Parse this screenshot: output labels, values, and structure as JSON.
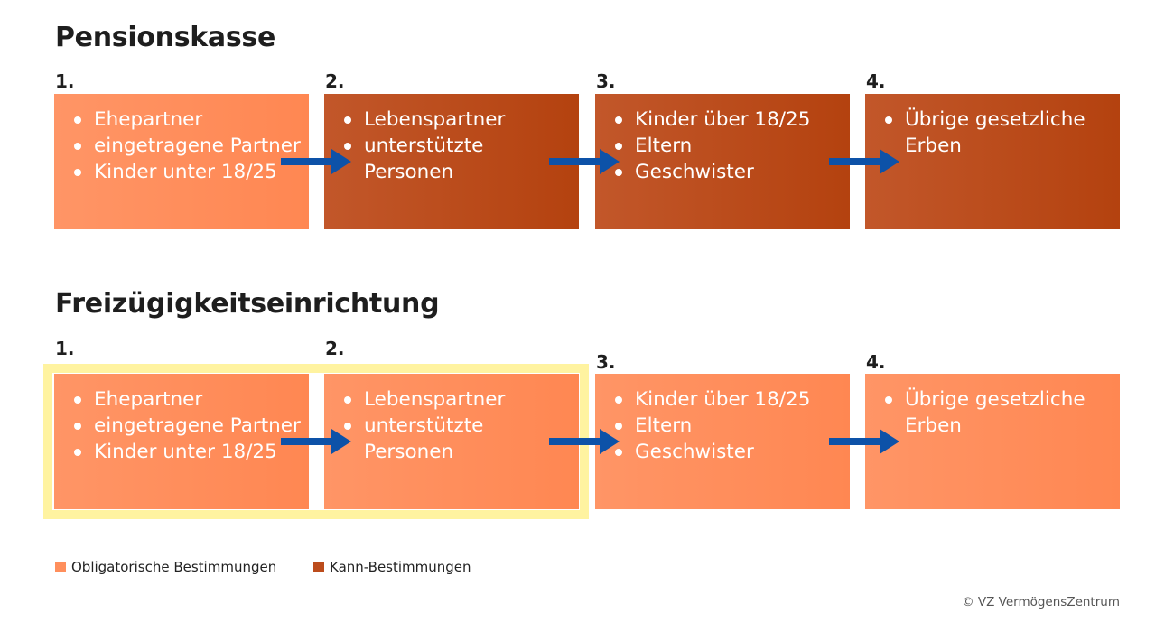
{
  "colors": {
    "obligatorisch": "#ff8f5c",
    "kann": "#bc4c1c",
    "arrow": "#0d52a8",
    "highlight": "#fff3a0"
  },
  "sections": [
    {
      "title": "Pensionskasse",
      "steps": [
        {
          "number": "1.",
          "type": "obligatorisch",
          "items": [
            "Ehepartner",
            "eingetragene Partner",
            "Kinder unter 18/25"
          ]
        },
        {
          "number": "2.",
          "type": "kann",
          "items": [
            "Lebenspartner",
            "unterstützte Personen"
          ]
        },
        {
          "number": "3.",
          "type": "kann",
          "items": [
            "Kinder über 18/25",
            "Eltern",
            "Geschwister"
          ]
        },
        {
          "number": "4.",
          "type": "kann",
          "items": [
            "Übrige gesetzliche Erben"
          ]
        }
      ]
    },
    {
      "title": "Freizügigkeitseinrichtung",
      "steps": [
        {
          "number": "1.",
          "type": "obligatorisch",
          "items": [
            "Ehepartner",
            "eingetragene Partner",
            "Kinder unter 18/25"
          ]
        },
        {
          "number": "2.",
          "type": "obligatorisch",
          "items": [
            "Lebenspartner",
            "unterstützte Personen"
          ]
        },
        {
          "number": "3.",
          "type": "obligatorisch",
          "items": [
            "Kinder über 18/25",
            "Eltern",
            "Geschwister"
          ]
        },
        {
          "number": "4.",
          "type": "obligatorisch",
          "items": [
            "Übrige gesetzliche Erben"
          ]
        }
      ]
    }
  ],
  "legend": {
    "obligatorisch": "Obligatorische Bestimmungen",
    "kann": "Kann-Bestimmungen"
  },
  "copyright": "© VZ VermögensZentrum"
}
